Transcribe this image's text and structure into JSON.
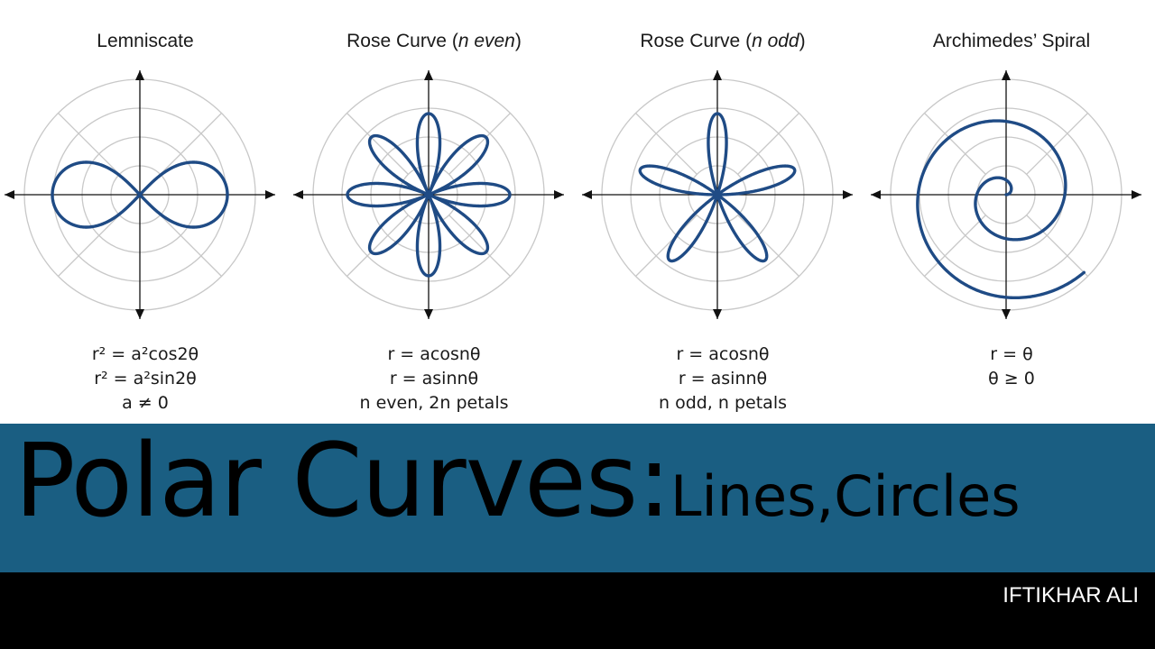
{
  "panels": [
    {
      "title_main": "Lemniscate",
      "title_italic": "",
      "title_close": "",
      "formulas": [
        "r² = a²cos2θ",
        "r² = a²sin2θ",
        "a ≠ 0"
      ],
      "curve": "lemniscate",
      "a": 1
    },
    {
      "title_main": "Rose Curve (",
      "title_italic": "n even",
      "title_close": ")",
      "formulas": [
        "r = acosnθ",
        "r = asinnθ",
        "n even, 2n petals"
      ],
      "curve": "rose",
      "n": 4
    },
    {
      "title_main": "Rose Curve (",
      "title_italic": "n odd",
      "title_close": ")",
      "formulas": [
        "r = acosnθ",
        "r = asinnθ",
        "n odd, n petals"
      ],
      "curve": "rose",
      "n": 5
    },
    {
      "title_main": "Archimedes’ Spiral",
      "title_italic": "",
      "title_close": "",
      "formulas": [
        "r = θ",
        "θ ≥ 0"
      ],
      "curve": "spiral",
      "theta_max_turns": 1.875
    }
  ],
  "banner": {
    "title": "Polar Curves:",
    "subtitle": "Lines,Circles",
    "author": "IFTIKHAR ALI"
  },
  "colors": {
    "curve": "#1f4b85",
    "grid": "#c8c8c8",
    "axis": "#111111",
    "band": "#1a5e82",
    "footer": "#000000"
  }
}
